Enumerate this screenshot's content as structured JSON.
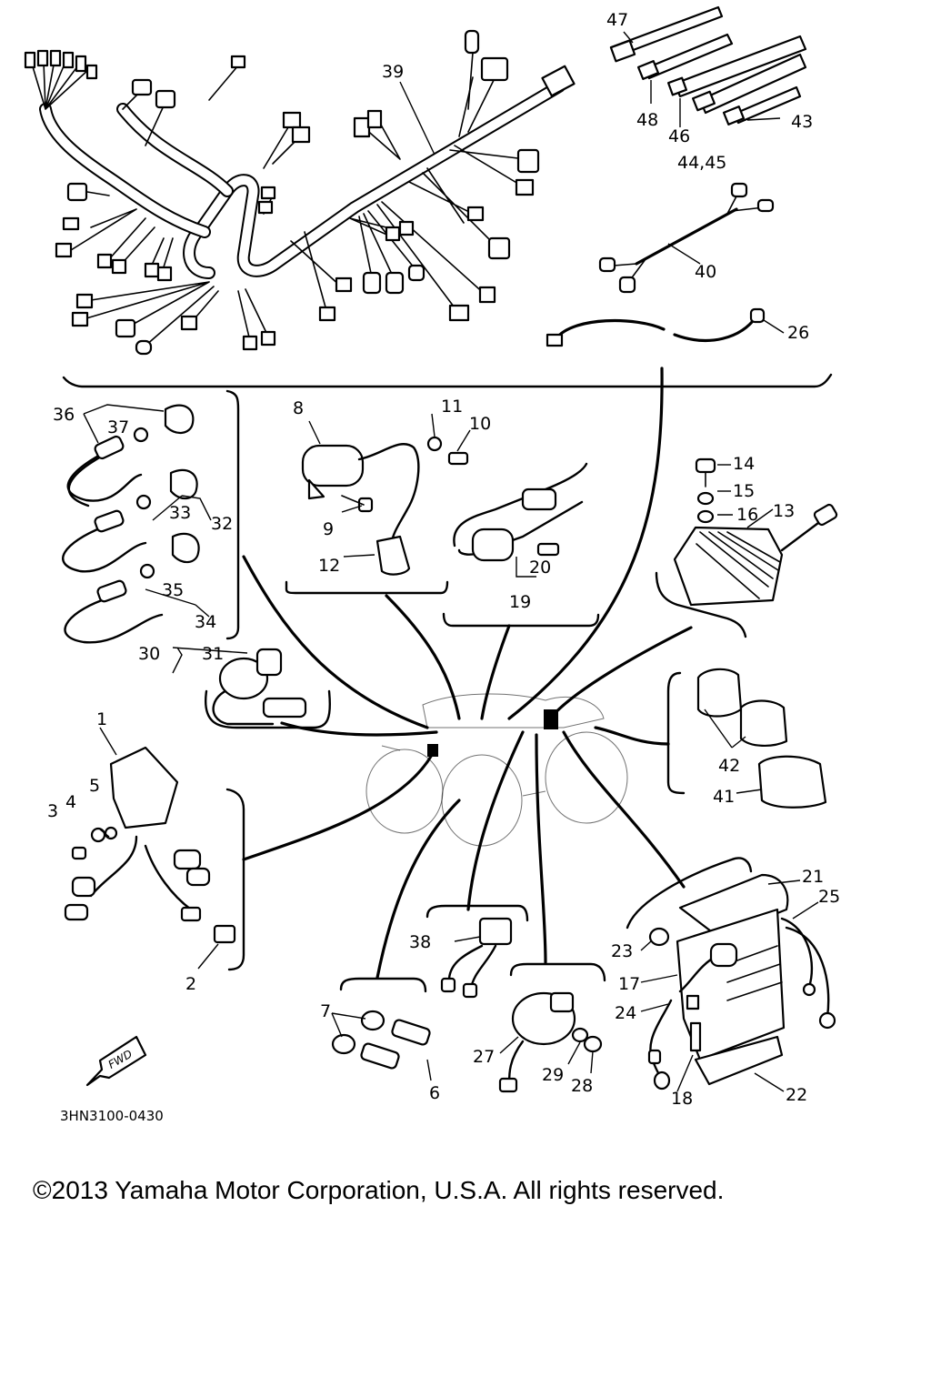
{
  "diagram": {
    "part_labels": [
      "1",
      "2",
      "3",
      "4",
      "5",
      "6",
      "7",
      "8",
      "9",
      "10",
      "11",
      "12",
      "13",
      "14",
      "15",
      "16",
      "17",
      "18",
      "19",
      "20",
      "21",
      "22",
      "23",
      "24",
      "25",
      "26",
      "27",
      "28",
      "29",
      "30",
      "31",
      "32",
      "33",
      "34",
      "35",
      "36",
      "37",
      "38",
      "39",
      "40",
      "41",
      "42",
      "43",
      "44,45",
      "46",
      "47",
      "48"
    ],
    "drawing_code": "3HN3100-0430",
    "direction_label": "FWD",
    "copyright": "©2013 Yamaha Motor Corporation, U.S.A. All rights reserved."
  }
}
